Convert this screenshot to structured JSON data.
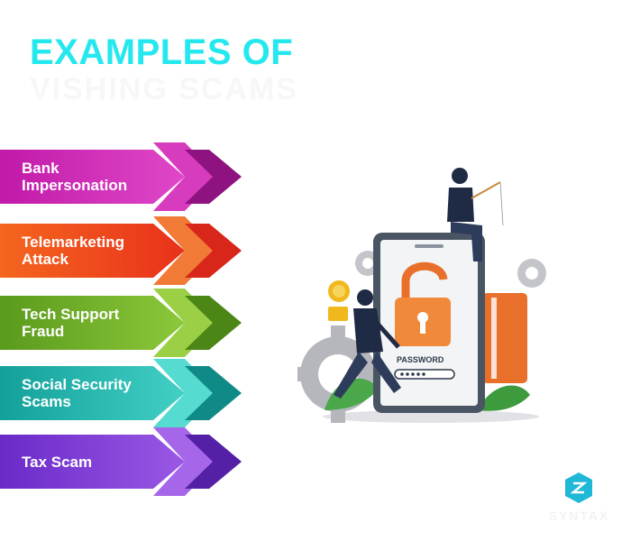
{
  "heading": {
    "line1": "EXAMPLES OF",
    "line2": "VISHING SCAMS"
  },
  "arrows": [
    {
      "label": "Bank\nImpersonation",
      "colors": [
        "#b5199e",
        "#e04ec9",
        "#8a1279"
      ]
    },
    {
      "label": "Telemarketing\nAttack",
      "colors": [
        "#f2561d",
        "#e8301b",
        "#f08a3a"
      ]
    },
    {
      "label": "Tech Support\nFraud",
      "colors": [
        "#5e9e1e",
        "#8cc83a",
        "#4a8415"
      ]
    },
    {
      "label": "Social Security\nScams",
      "colors": [
        "#15a39c",
        "#46d1c6",
        "#0f8c87"
      ]
    },
    {
      "label": "Tax Scam",
      "colors": [
        "#6a2bc8",
        "#9c5ae6",
        "#5220a6"
      ]
    }
  ],
  "illustration": {
    "password_label": "PASSWORD"
  },
  "logo": {
    "text": "SYNTAX"
  }
}
